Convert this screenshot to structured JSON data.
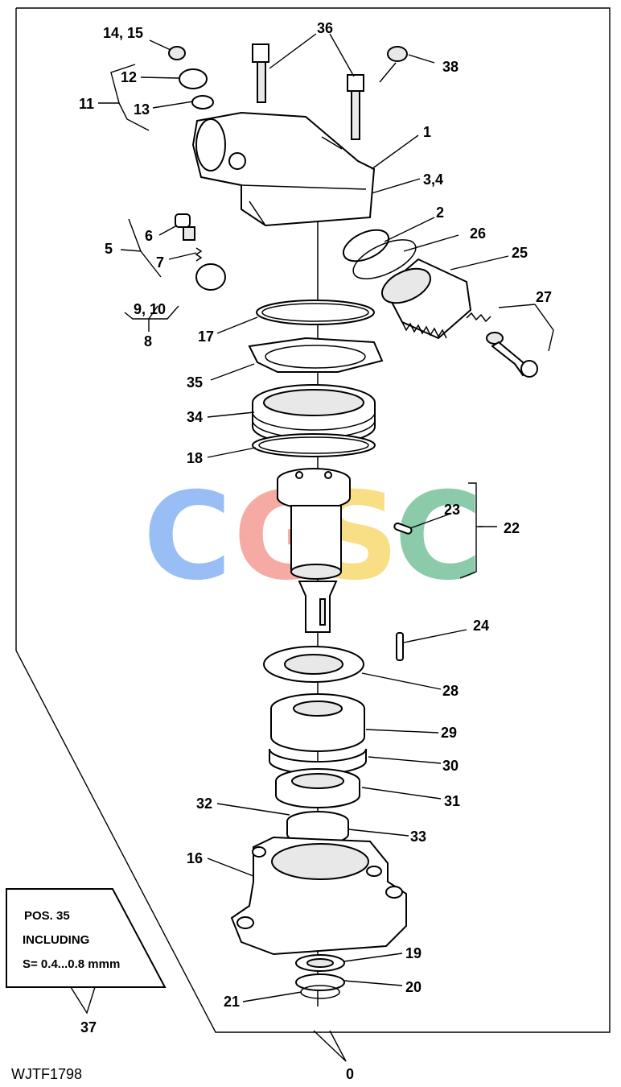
{
  "figure_id": "WJTF1798",
  "watermark": {
    "text": "CGSC",
    "colors": [
      "#8fb8f5",
      "#f5a39a",
      "#f8db78",
      "#7fc6a0"
    ]
  },
  "note": {
    "lines": [
      "POS. 35",
      "INCLUDING",
      "S= 0.4...0.8 mmm"
    ],
    "callout": "37"
  },
  "callouts": {
    "c14_15": "14, 15",
    "c36": "36",
    "c38": "38",
    "c12": "12",
    "c11": "11",
    "c13": "13",
    "c1": "1",
    "c3_4": "3,4",
    "c2": "2",
    "c26": "26",
    "c25": "25",
    "c6": "6",
    "c5": "5",
    "c7": "7",
    "c27": "27",
    "c9_10": "9, 10",
    "c8": "8",
    "c17": "17",
    "c35": "35",
    "c34": "34",
    "c18": "18",
    "c23": "23",
    "c22": "22",
    "c24": "24",
    "c28": "28",
    "c29": "29",
    "c30": "30",
    "c31": "31",
    "c32": "32",
    "c33": "33",
    "c16": "16",
    "c19": "19",
    "c20": "20",
    "c21": "21",
    "c0": "0"
  }
}
